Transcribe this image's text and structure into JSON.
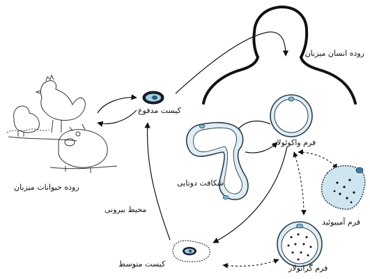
{
  "labels": {
    "human_host_intestine": "روده انسان میزبان",
    "fecal_cyst": "کیست مدفوع",
    "vacuolar_form": "فرم واکوئولار",
    "binary_fission": "شکافت دوتایی",
    "amoeboid_form": "فرم آمیبوئید",
    "granular_form": "فرم گرانولار",
    "intermediate_cyst": "کیست متوسط",
    "external_environment": "محیط بیرونی",
    "animal_host_intestine": "روده حیوانات میزبان"
  },
  "colors": {
    "cell_fill": "#dfeef4",
    "cell_stroke": "#2a3b4c",
    "nucleus_fill": "#7fb6d4",
    "ink": "#111111"
  }
}
